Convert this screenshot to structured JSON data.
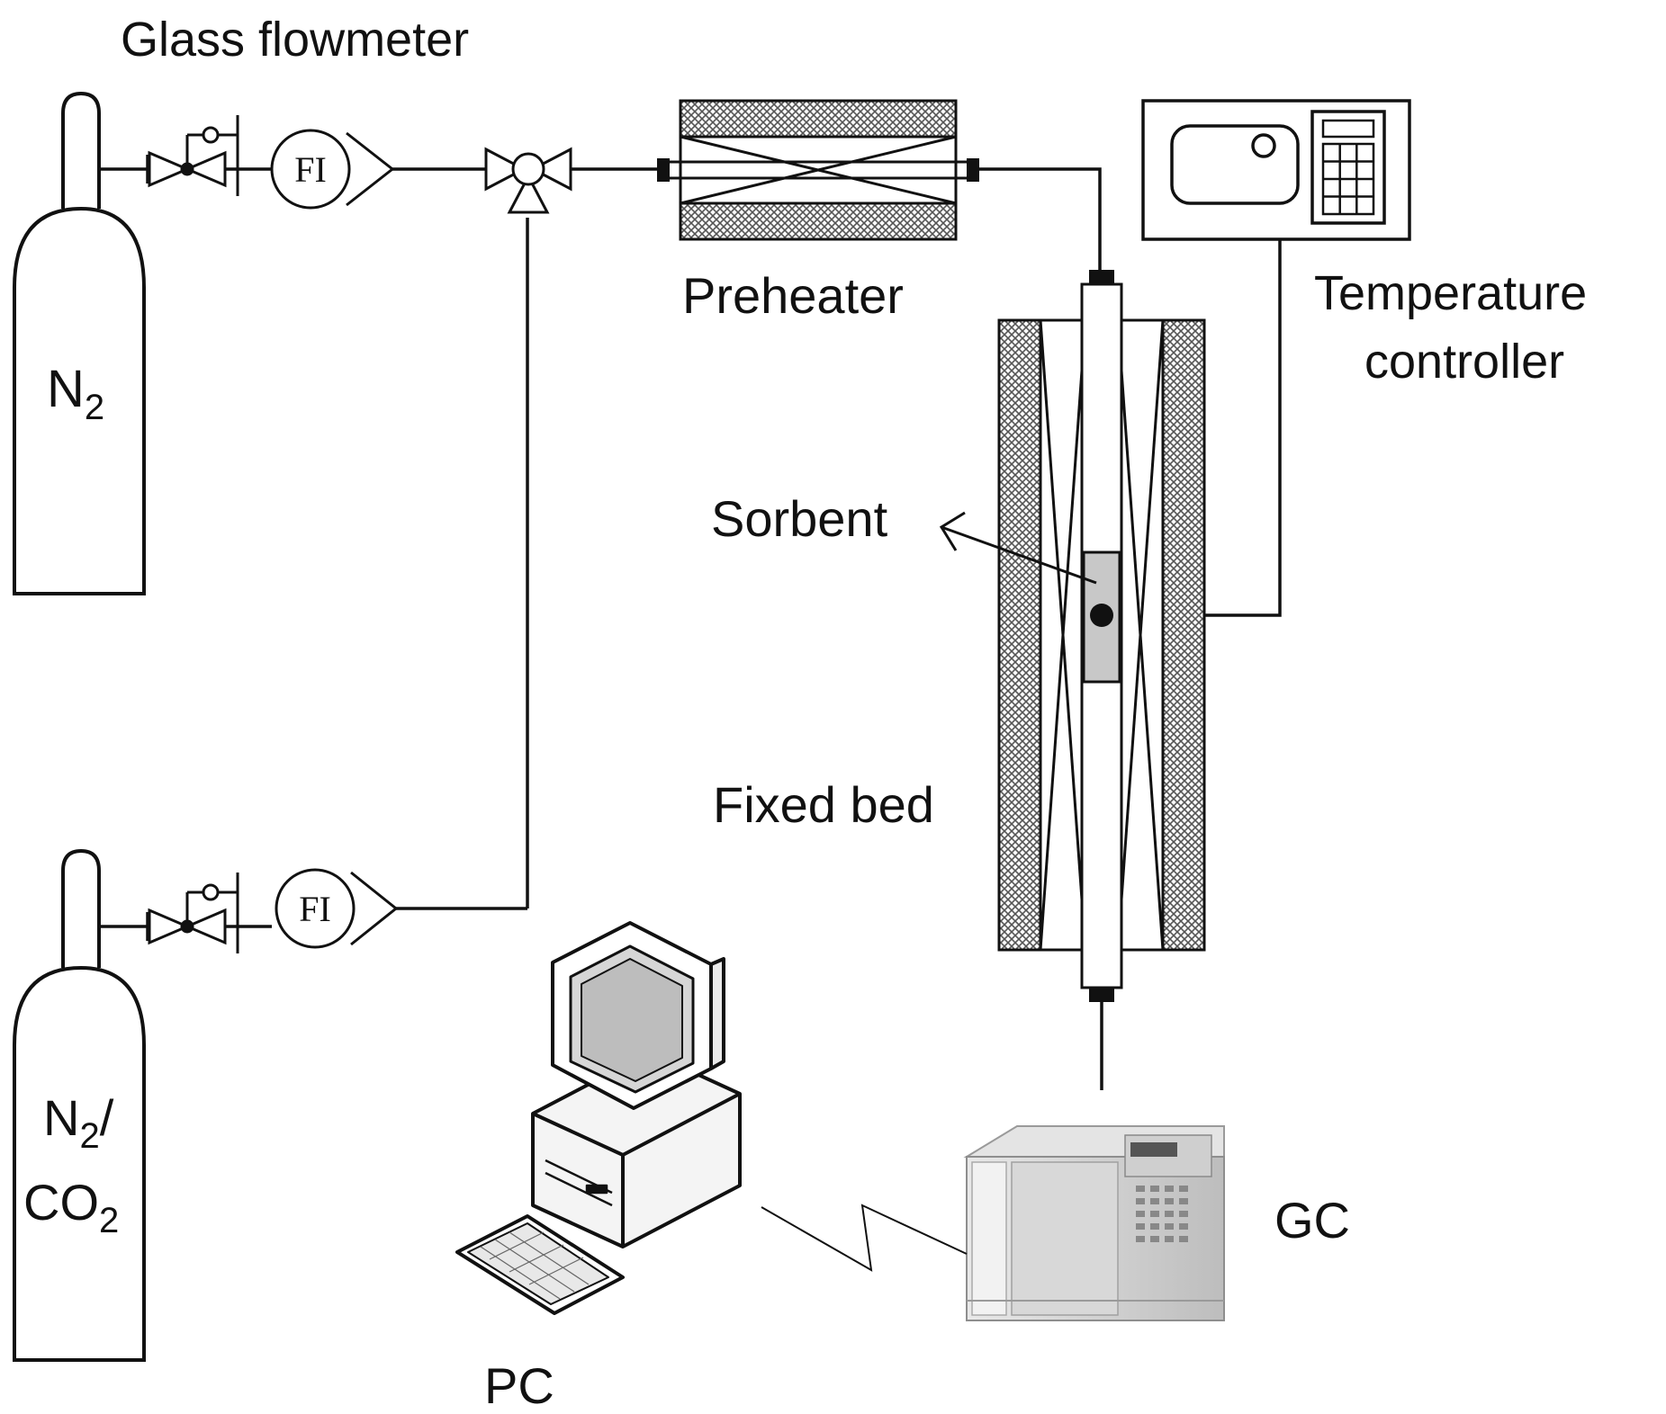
{
  "labels": {
    "glass_flowmeter": "Glass flowmeter",
    "preheater": "Preheater",
    "temperature_controller_line1": "Temperature",
    "temperature_controller_line2": "controller",
    "sorbent": "Sorbent",
    "fixed_bed": "Fixed bed",
    "gc": "GC",
    "pc": "PC"
  },
  "cylinder_top": {
    "formula": "N",
    "subscript": "2"
  },
  "cylinder_bottom": {
    "line1_formula": "N",
    "line1_subscript": "2",
    "line1_suffix": "/",
    "line2_formula": "CO",
    "line2_subscript": "2"
  },
  "flow_indicator_label": "FI",
  "colors": {
    "line": "#111111",
    "sorbent_fill": "#c8c8c8",
    "insulation_hatch": "#555555",
    "background": "#ffffff"
  }
}
